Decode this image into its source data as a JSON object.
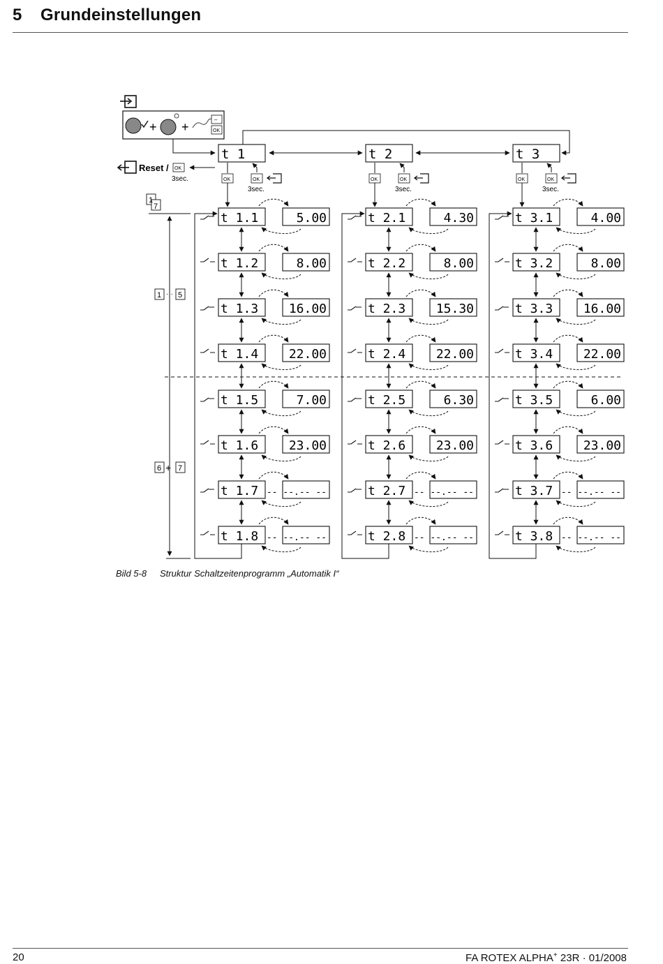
{
  "header": {
    "section_number": "5",
    "section_title": "Grundeinstellungen"
  },
  "diagram": {
    "reset_label": "Reset /",
    "ok_label": "OK",
    "minus_label": "–",
    "hold_label": "3sec.",
    "day_range_1_7": [
      "1",
      "7"
    ],
    "group_workdays": {
      "from": "1",
      "separator": "···",
      "to": "5"
    },
    "group_weekend": {
      "a": "6",
      "plus": "+",
      "b": "7"
    },
    "programs": [
      {
        "label": "t 1",
        "entries": [
          {
            "code": "t 1.1",
            "time": "5.00"
          },
          {
            "code": "t 1.2",
            "time": "8.00"
          },
          {
            "code": "t 1.3",
            "time": "16.00"
          },
          {
            "code": "t 1.4",
            "time": "22.00"
          },
          {
            "code": "t 1.5",
            "time": "7.00"
          },
          {
            "code": "t 1.6",
            "time": "23.00"
          },
          {
            "code": "t 1.7",
            "time": "-- --.-- --"
          },
          {
            "code": "t 1.8",
            "time": "-- --.-- --"
          }
        ]
      },
      {
        "label": "t 2",
        "entries": [
          {
            "code": "t 2.1",
            "time": "4.30"
          },
          {
            "code": "t 2.2",
            "time": "8.00"
          },
          {
            "code": "t 2.3",
            "time": "15.30"
          },
          {
            "code": "t 2.4",
            "time": "22.00"
          },
          {
            "code": "t 2.5",
            "time": "6.30"
          },
          {
            "code": "t 2.6",
            "time": "23.00"
          },
          {
            "code": "t 2.7",
            "time": "-- --.-- --"
          },
          {
            "code": "t 2.8",
            "time": "-- --.-- --"
          }
        ]
      },
      {
        "label": "t 3",
        "entries": [
          {
            "code": "t 3.1",
            "time": "4.00"
          },
          {
            "code": "t 3.2",
            "time": "8.00"
          },
          {
            "code": "t 3.3",
            "time": "16.00"
          },
          {
            "code": "t 3.4",
            "time": "22.00"
          },
          {
            "code": "t 3.5",
            "time": "6.00"
          },
          {
            "code": "t 3.6",
            "time": "23.00"
          },
          {
            "code": "t 3.7",
            "time": "-- --.-- --"
          },
          {
            "code": "t 3.8",
            "time": "-- --.-- --"
          }
        ]
      }
    ]
  },
  "caption": {
    "label": "Bild 5-8",
    "text": "Struktur Schaltzeitenprogramm „Automatik I“"
  },
  "footer": {
    "page_number": "20",
    "doc_name": "FA ROTEX ALPHA",
    "doc_sup": "+",
    "doc_suffix": " 23R · 01/2008"
  }
}
